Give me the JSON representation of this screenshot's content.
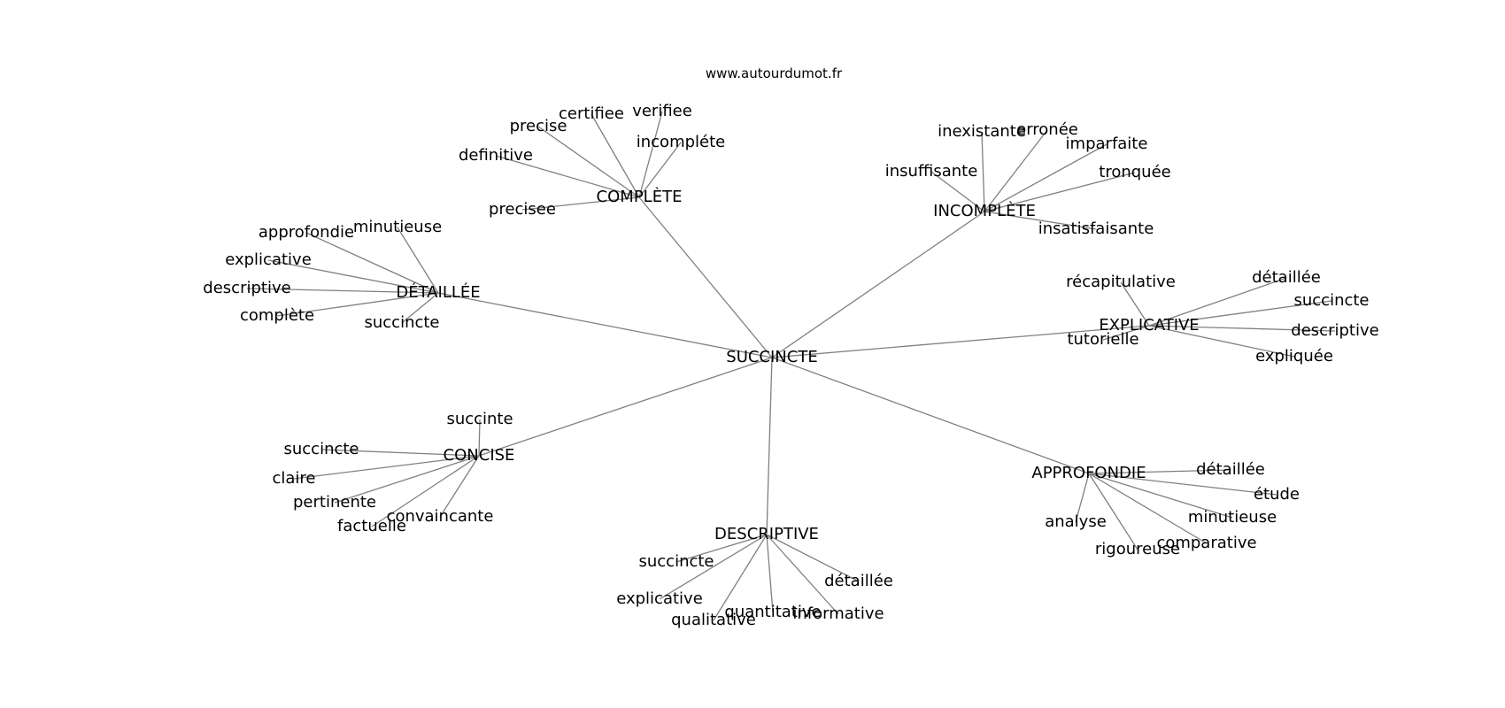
{
  "source": "www.autourdumot.fr",
  "center": "SUCCINCTE",
  "clusters": [
    {
      "label": "COMPLÈTE",
      "leaves": [
        "certifiee",
        "verifiee",
        "precise",
        "incompléte",
        "definitive",
        "precisee"
      ]
    },
    {
      "label": "INCOMPLÈTE",
      "leaves": [
        "inexistante",
        "erronée",
        "imparfaite",
        "insuffisante",
        "tronquée",
        "insatisfaisante"
      ]
    },
    {
      "label": "DÉTAILLÉE",
      "leaves": [
        "approfondie",
        "minutieuse",
        "explicative",
        "descriptive",
        "complète",
        "succincte"
      ]
    },
    {
      "label": "EXPLICATIVE",
      "leaves": [
        "récapitulative",
        "détaillée",
        "succincte",
        "descriptive",
        "expliquée",
        "tutorielle"
      ]
    },
    {
      "label": "CONCISE",
      "leaves": [
        "succinte",
        "succincte",
        "claire",
        "pertinente",
        "factuelle",
        "convaincante"
      ]
    },
    {
      "label": "APPROFONDIE",
      "leaves": [
        "détaillée",
        "étude",
        "minutieuse",
        "comparative",
        "rigoureuse",
        "analyse"
      ]
    },
    {
      "label": "DESCRIPTIVE",
      "leaves": [
        "succincte",
        "explicative",
        "qualitative",
        "quantitative",
        "informative",
        "détaillée"
      ]
    }
  ]
}
